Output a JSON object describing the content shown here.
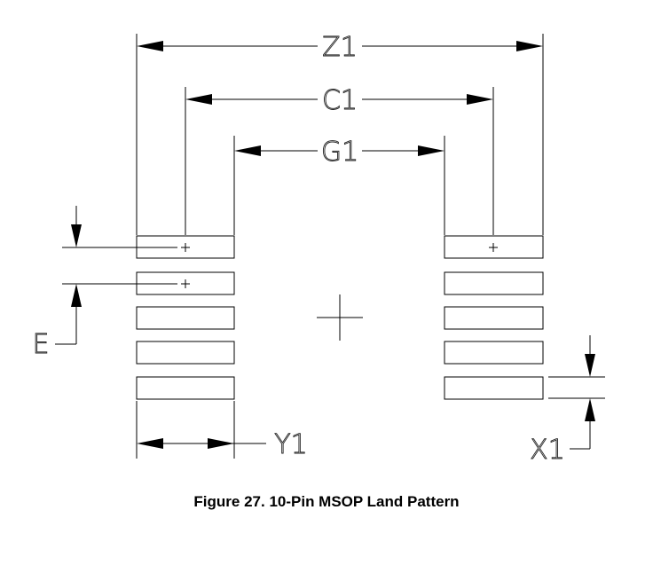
{
  "labels": {
    "z1": "Z1",
    "c1": "C1",
    "g1": "G1",
    "e": "E",
    "y1": "Y1",
    "x1": "X1"
  },
  "caption": "Figure 27. 10-Pin MSOP Land Pattern",
  "pins_per_side": 5,
  "total_pins": 10,
  "colors": {
    "line": "#000000",
    "pad_fill": "#ffffff",
    "background": "#ffffff"
  }
}
